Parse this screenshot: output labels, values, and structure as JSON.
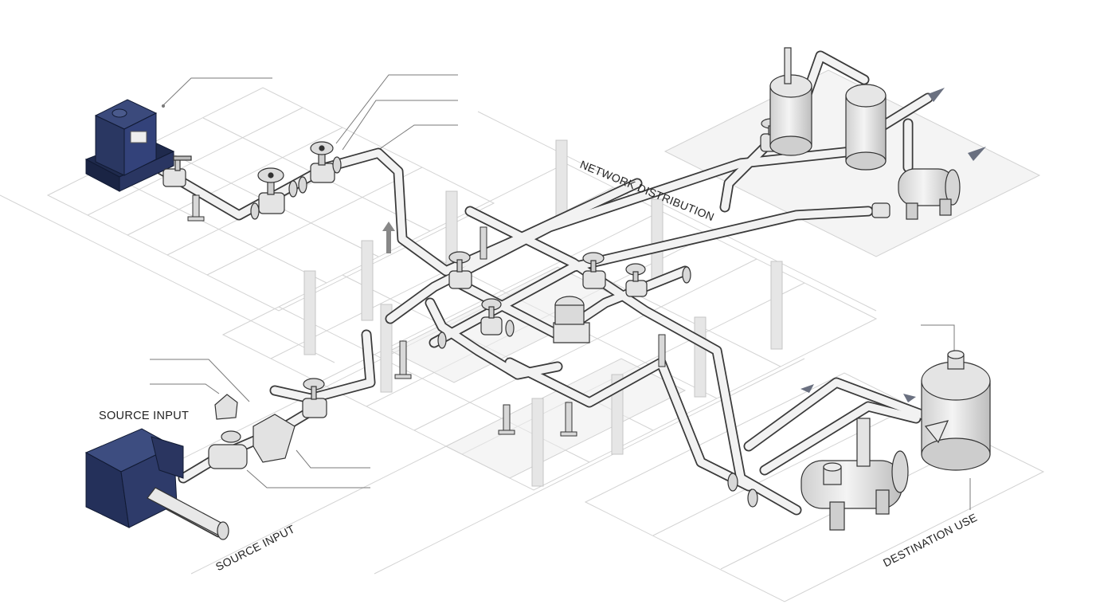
{
  "labels": {
    "source_input_left": "SOURCE INPUT",
    "source_input_bottom": "SOURCE INPUT",
    "network_distribution": "NETWORK DISTRIBUTION",
    "destination_use": "DESTINATION USE"
  },
  "colors": {
    "source_unit": "#2f3c66",
    "source_unit_dark": "#1f2a4d",
    "pipe_fill": "#f1f1f1",
    "pipe_stroke": "#3a3a3a",
    "grid": "#cfcfcf",
    "leader": "#777777",
    "accent_arrow": "#5a6070"
  }
}
